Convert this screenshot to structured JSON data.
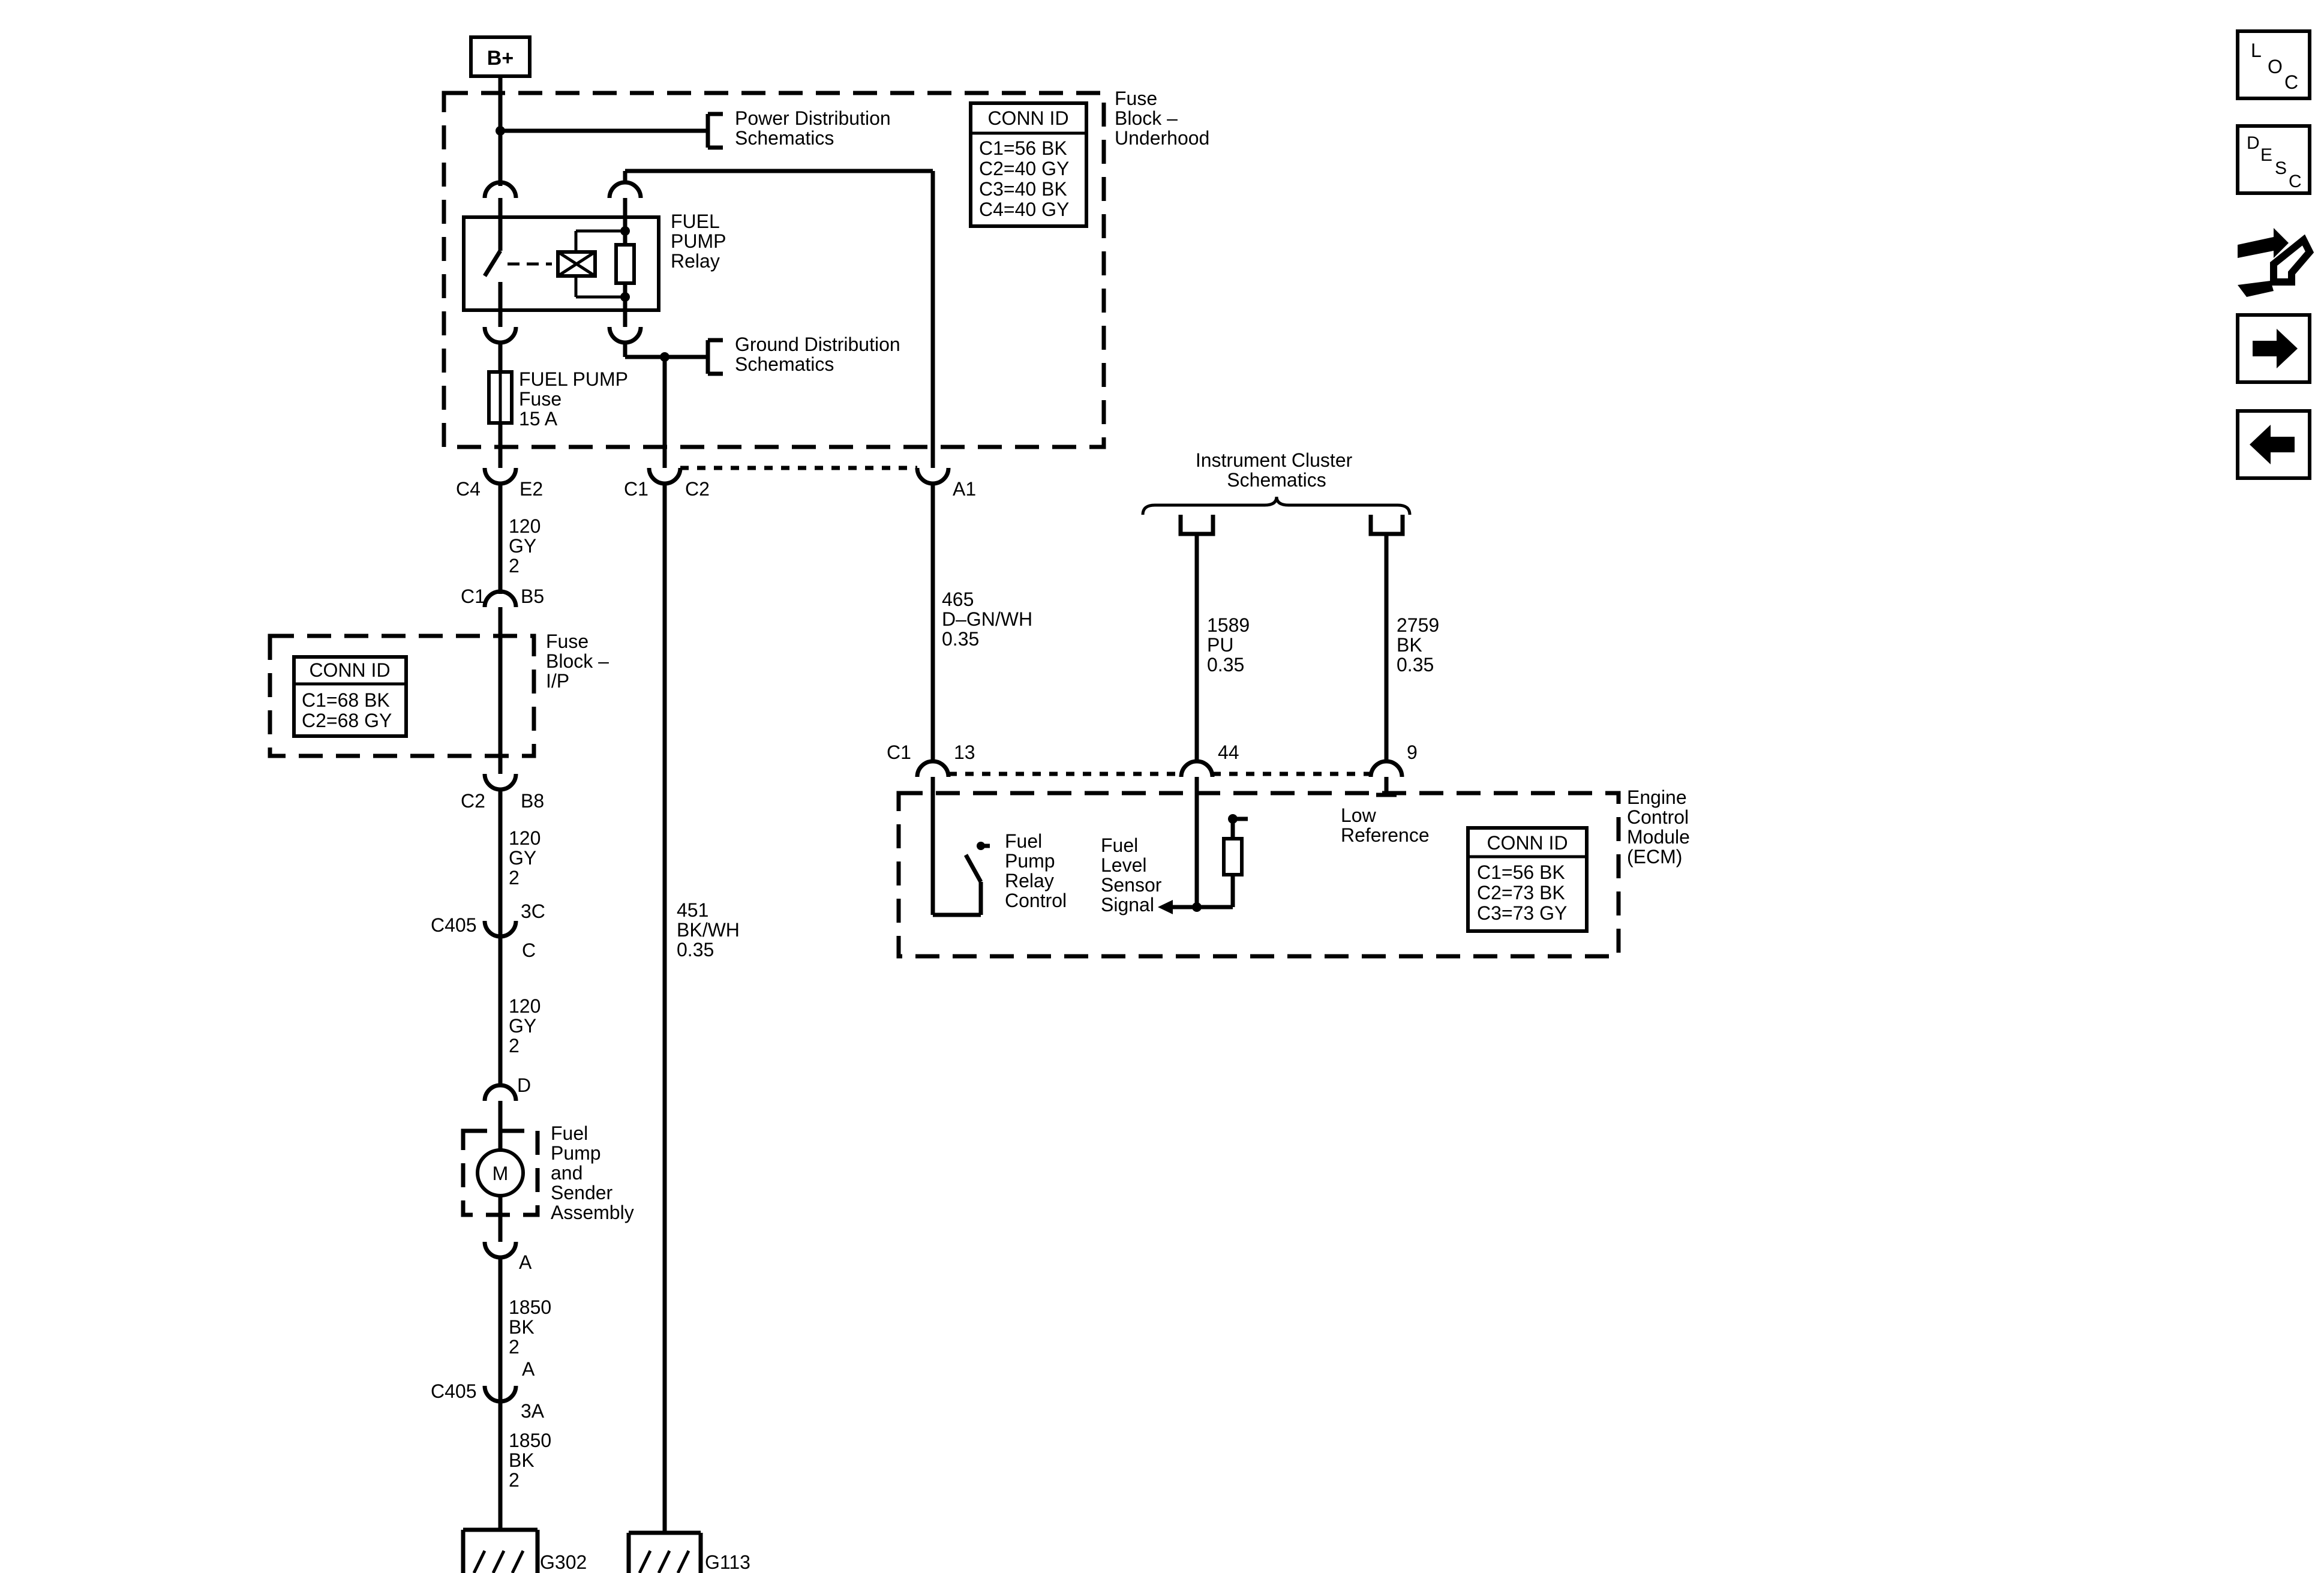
{
  "supply_label": "B+",
  "labels": {
    "power_dist": [
      "Power Distribution",
      "Schematics"
    ],
    "ground_dist": [
      "Ground Distribution",
      "Schematics"
    ],
    "fuse_block_underhood": [
      "Fuse",
      "Block –",
      "Underhood"
    ],
    "relay": [
      "FUEL",
      "PUMP",
      "Relay"
    ],
    "fuse": [
      "FUEL PUMP",
      "Fuse",
      "15 A"
    ],
    "fuse_block_ip": [
      "Fuse",
      "Block –",
      "I/P"
    ],
    "pump": [
      "Fuel",
      "Pump",
      "and",
      "Sender",
      "Assembly"
    ],
    "motor": "M",
    "instrument_cluster": [
      "Instrument Cluster",
      "Schematics"
    ],
    "ecm": [
      "Engine",
      "Control",
      "Module",
      "(ECM)"
    ],
    "relay_control": [
      "Fuel",
      "Pump",
      "Relay",
      "Control"
    ],
    "sensor_signal": [
      "Fuel",
      "Level",
      "Sensor",
      "Signal"
    ],
    "low_ref": [
      "Low",
      "Reference"
    ]
  },
  "conn_ids": {
    "underhood": {
      "title": "CONN ID",
      "rows": [
        "C1=56 BK",
        "C2=40 GY",
        "C3=40 BK",
        "C4=40 GY"
      ]
    },
    "ip": {
      "title": "CONN ID",
      "rows": [
        "C1=68 BK",
        "C2=68 GY"
      ]
    },
    "ecm": {
      "title": "CONN ID",
      "rows": [
        "C1=56 BK",
        "C2=73 BK",
        "C3=73 GY"
      ]
    }
  },
  "pins": {
    "c4": "C4",
    "e2": "E2",
    "c1_top": "C1",
    "c2_top": "C2",
    "a1": "A1",
    "c1_ip": "C1",
    "b5": "B5",
    "c2_ip": "C2",
    "b8": "B8",
    "c405_a": "C405",
    "p3c": "3C",
    "pc": "C",
    "pd": "D",
    "pa": "A",
    "pa2": "A",
    "c405_b": "C405",
    "p3a": "3A",
    "c1_ecm": "C1",
    "p13": "13",
    "p44": "44",
    "p9": "9"
  },
  "wires": {
    "w120_a": [
      "120",
      "GY",
      "2"
    ],
    "w120_b": [
      "120",
      "GY",
      "2"
    ],
    "w120_c": [
      "120",
      "GY",
      "2"
    ],
    "w1850_a": [
      "1850",
      "BK",
      "2"
    ],
    "w1850_b": [
      "1850",
      "BK",
      "2"
    ],
    "w451": [
      "451",
      "BK/WH",
      "0.35"
    ],
    "w465": [
      "465",
      "D–GN/WH",
      "0.35"
    ],
    "w1589": [
      "1589",
      "PU",
      "0.35"
    ],
    "w2759": [
      "2759",
      "BK",
      "0.35"
    ]
  },
  "grounds": {
    "g302": "G302",
    "g113": "G113"
  },
  "nav": {
    "loc": [
      "L",
      "O",
      "C"
    ],
    "desc": [
      "D",
      "E",
      "S",
      "C"
    ]
  }
}
